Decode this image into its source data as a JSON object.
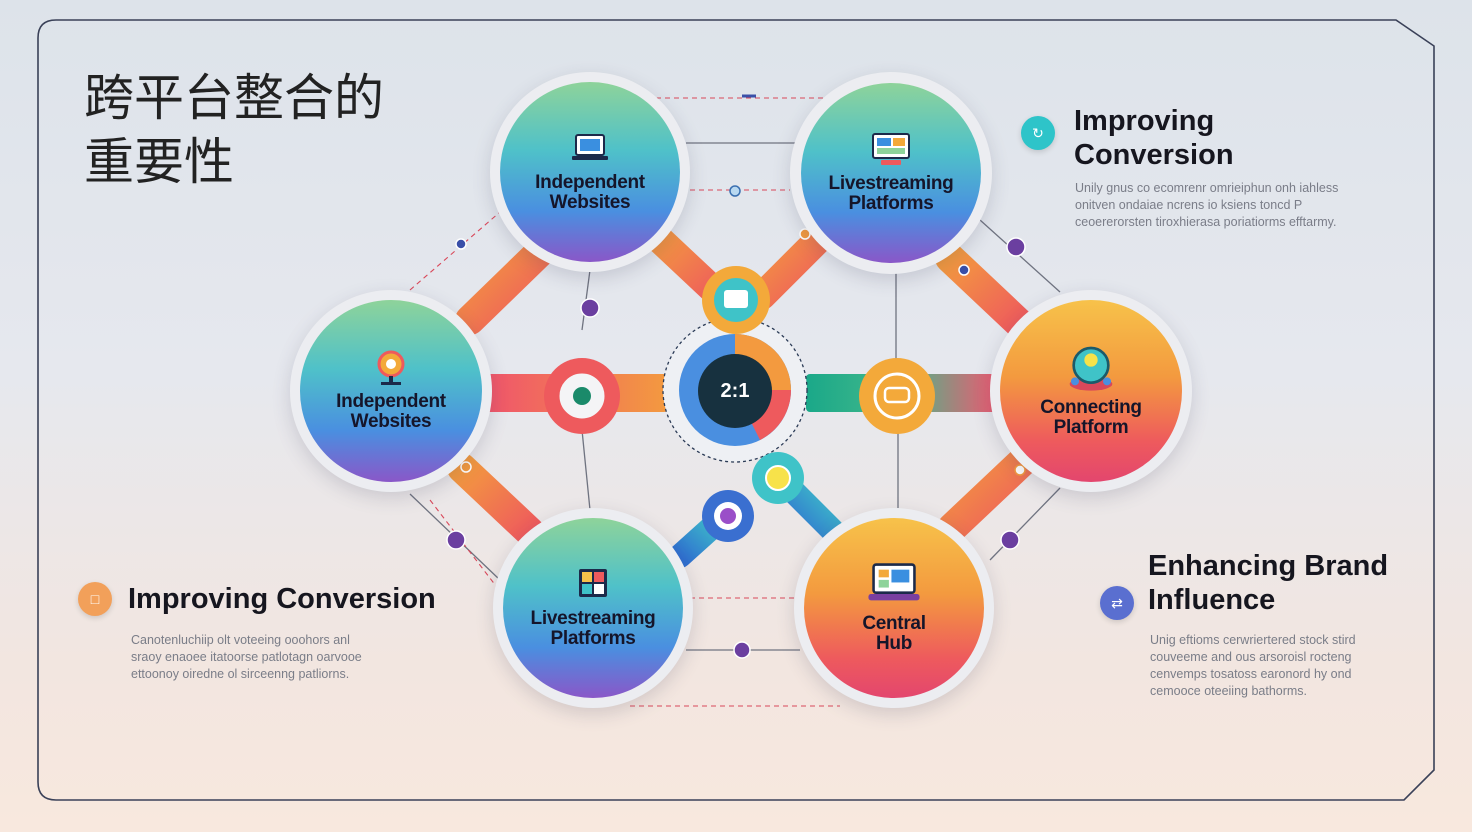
{
  "title": "跨平台整合的重要性",
  "title_lines": [
    "跨平台整合的",
    "重要性"
  ],
  "side_top_right": {
    "heading": "Improving Conversion",
    "heading_lines": [
      "Improving",
      "Conversion"
    ],
    "description": "Unily gnus co ecomrenr omrieiphun onh iahless onitven ondaiae ncrens io ksiens toncd P ceoererorsten tiroxhierasa poriatiorms efftarmy.",
    "icon": "refresh-icon",
    "color": "#2ec4c9"
  },
  "side_left": {
    "heading": "Improving Conversion",
    "description": "Canotenluchiip olt voteeing ooohors anl sraoy enaoee itatoorse patlotagn oarvooe ettoonoy oiredne ol sirceenng patliorns.",
    "icon": "cart-icon",
    "color": "#f2a05a"
  },
  "side_right": {
    "heading": "Enhancing Brand Influence",
    "heading_lines": [
      "Enhancing Brand",
      "Influence"
    ],
    "description": "Unig eftioms cerwriertered stock stird couveeme and ous arsoroisl rocteng cenvemps tosatoss earonord hy ond cemooce oteeiing bathorms.",
    "icon": "sync-icon",
    "color": "#5a6fd0"
  },
  "hub": {
    "label": "2:1"
  },
  "nodes": [
    {
      "id": "top-left",
      "label_lines": [
        "Independent",
        "Websites"
      ],
      "icon": "laptop-icon"
    },
    {
      "id": "top-right",
      "label_lines": [
        "Livestreaming",
        "Platforms"
      ],
      "icon": "monitor-icon"
    },
    {
      "id": "mid-left",
      "label_lines": [
        "Independent",
        "Websites"
      ],
      "icon": "location-pin-icon"
    },
    {
      "id": "mid-right",
      "label_lines": [
        "Connecting",
        "Platform"
      ],
      "icon": "network-icon"
    },
    {
      "id": "bottom-left",
      "label_lines": [
        "Livestreaming",
        "Platforms"
      ],
      "icon": "dashboard-icon"
    },
    {
      "id": "bottom-right",
      "label_lines": [
        "Central",
        "Hub"
      ],
      "icon": "laptop-chart-icon"
    }
  ],
  "colors": {
    "cool_gradient": [
      "#8ed39a",
      "#4fc1c9",
      "#4a8fe0",
      "#8a57c8"
    ],
    "warm_gradient": [
      "#f7c24a",
      "#f39a3f",
      "#ee5a5d",
      "#e3466e"
    ],
    "connector_orange": "#f07a45",
    "connector_pink": "#ec5b72",
    "connector_teal": "#38b8b3",
    "dot_purple": "#6b3fa0",
    "frame_border": "#3a4158"
  }
}
